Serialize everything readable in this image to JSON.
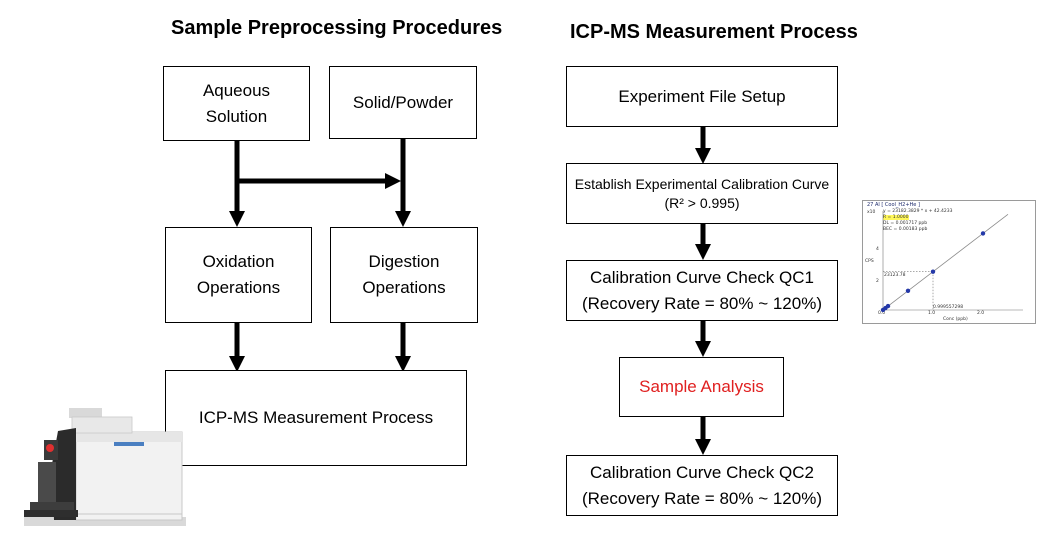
{
  "left": {
    "title": "Sample Preprocessing Procedures",
    "aqueous": "Aqueous\nSolution",
    "solid": "Solid/Powder",
    "oxidation": "Oxidation\nOperations",
    "digestion": "Digestion\nOperations",
    "icpms": "ICP-MS Measurement  Process"
  },
  "right": {
    "title": "ICP-MS Measurement Process",
    "step1": "Experiment File Setup",
    "step2": "Establish Experimental Calibration Curve\n(R² > 0.995)",
    "step3": "Calibration Curve Check QC1\n(Recovery Rate = 80% ~ 120%)",
    "step4": "Sample Analysis",
    "step5": "Calibration Curve Check QC2\n(Recovery Rate = 80% ~ 120%)"
  },
  "colors": {
    "sample_analysis_text": "#e02020",
    "arrow": "#000000",
    "calibration_points": "#2438a8"
  },
  "calibration_plot": {
    "header": "27 Al [ Cool_H2+He ]",
    "equation": "y = 23182.3829 * x + 42.4233",
    "r": "R = 1.0000",
    "dl": "DL = 0.001717 ppb",
    "bec": "BEC = 0.00183 ppb",
    "y_axis_label": "CPS",
    "x_axis_label": "Conc (ppb)",
    "y_exponent": "x10",
    "y_ticks": [
      "4",
      "2"
    ],
    "x_ticks": [
      "0.0",
      "1.0",
      "2.0"
    ],
    "marker_y": "23123.78",
    "marker_x": "0.999557298",
    "points": [
      [
        0.0,
        42
      ],
      [
        0.05,
        1200
      ],
      [
        0.1,
        2360
      ],
      [
        0.5,
        11630
      ],
      [
        1.0,
        23225
      ],
      [
        2.0,
        46407
      ]
    ]
  }
}
